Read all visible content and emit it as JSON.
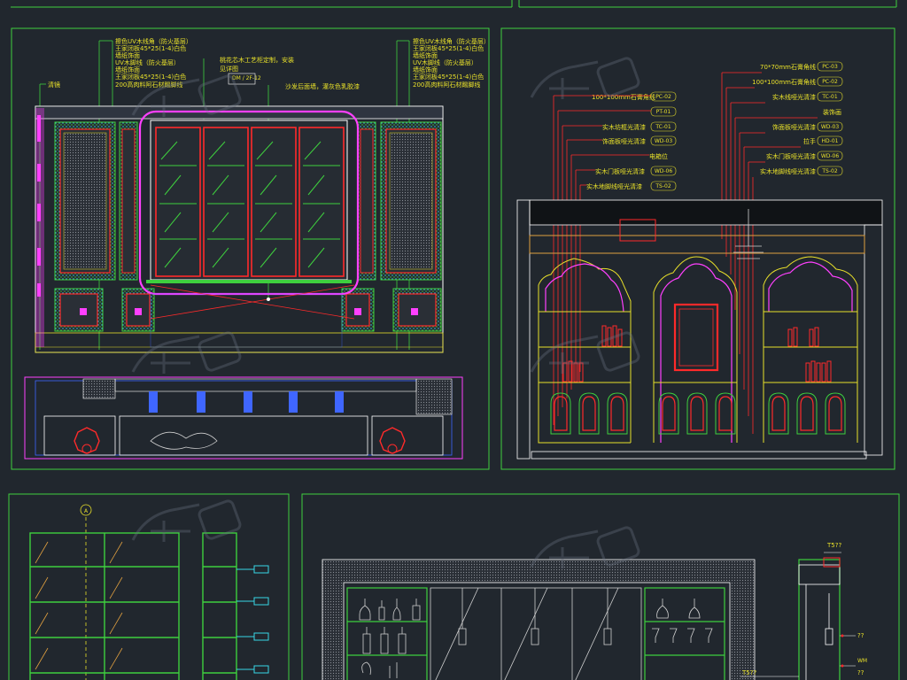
{
  "drawing": {
    "colors": {
      "background": "#21272e",
      "frame": "#3ecf3e",
      "annotation": "#e8e02a",
      "leader": "#ff2a2a",
      "outline": "#ffffff",
      "highlight": "#ff40ff",
      "blue": "#3f66ff",
      "cyan": "#37d7e6",
      "orange": "#e0a040"
    },
    "panel_a": {
      "left_notes": [
        "擦色UV木线角（防火基层）",
        "王家闭板45*25(1-4)白色",
        "墙纸饰面",
        "UV木脚线（防火基层）",
        "墙纸饰面",
        "王家闭板45*25(1-4)白色",
        "200高肉料阿石材踢脚线"
      ],
      "center_notes": [
        "桃花芯木工艺柜定制，安装",
        "见详图"
      ],
      "center_note_2": "沙发后面墙，灌灰色乳胶漆",
      "right_notes": [
        "擦色UV木线角（防火基层）",
        "王家闭板45*25(1-4)白色",
        "墙纸饰面",
        "UV木脚线（防火基层）",
        "墙纸饰面",
        "王家闭板45*25(1-4)白色",
        "200高肉料阿石材踢脚线"
      ],
      "mirror_note": "清镜",
      "section_tag": "DM / 2F-12"
    },
    "panel_b": {
      "left_notes": [
        {
          "text": "100*100mm石膏角线",
          "tag": "PC-02"
        },
        {
          "text": "",
          "tag": "PT-01"
        },
        {
          "text": "实木坊框光清漆",
          "tag": "TC-01"
        },
        {
          "text": "饰面板哑光清漆",
          "tag": "WD-03"
        },
        {
          "text": "电箱位",
          "tag": ""
        },
        {
          "text": "实木门板哑光清漆",
          "tag": "WD-06"
        },
        {
          "text": "实木地脚线哑光清漆",
          "tag": "TS-02"
        }
      ],
      "right_notes": [
        {
          "text": "70*70mm石膏角线",
          "tag": "PC-03"
        },
        {
          "text": "100*100mm石膏角线",
          "tag": "PC-02"
        },
        {
          "text": "实木线哑光清漆",
          "tag": "TC-01"
        },
        {
          "text": "装饰画",
          "tag": ""
        },
        {
          "text": "饰面板哑光清漆",
          "tag": "WD-03"
        },
        {
          "text": "拉手",
          "tag": "HD-01"
        },
        {
          "text": "实木门板哑光清漆",
          "tag": "WD-06"
        },
        {
          "text": "实木地脚线哑光清漆",
          "tag": "TS-02"
        }
      ]
    },
    "panel_c": {
      "marker": "A"
    },
    "panel_d": {
      "label_top": "T5??",
      "label_mid": "T5??",
      "label_marks": [
        "??",
        "??"
      ],
      "label_small": "WM"
    }
  }
}
